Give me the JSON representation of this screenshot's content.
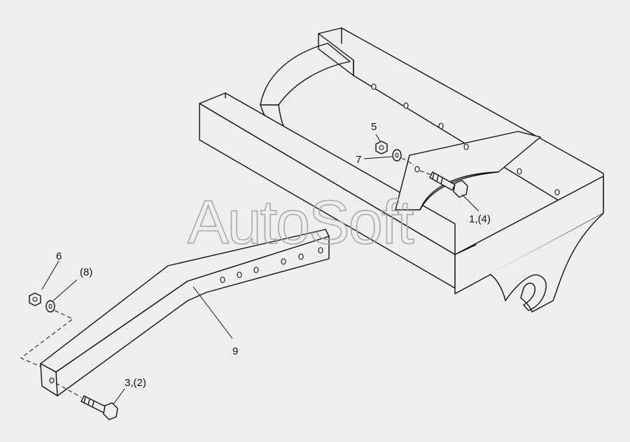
{
  "diagram": {
    "watermark": "AutoSoft",
    "callouts": {
      "nut_upper": "5",
      "washer_upper": "7",
      "bolt_upper": "1,(4)",
      "nut_lower": "6",
      "washer_lower": "(8)",
      "arm": "9",
      "bolt_lower": "3,(2)"
    },
    "colors": {
      "background": "#efefef",
      "line": "#111111",
      "watermark": "#a9a9a9"
    }
  }
}
